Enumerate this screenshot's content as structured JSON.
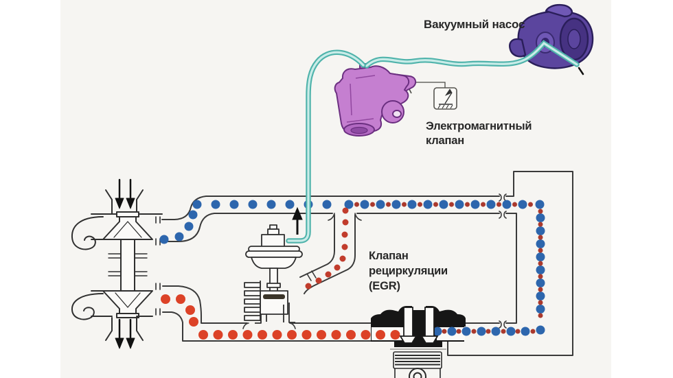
{
  "labels": {
    "vacuum_pump": "Вакуумный насос",
    "solenoid_line1": "Электромагнитный",
    "solenoid_line2": "клапан",
    "egr_line1": "Клапан",
    "egr_line2": "рециркуляции",
    "egr_line3": "(EGR)"
  },
  "colors": {
    "page_background": "#ffffff",
    "paper_background": "#f6f5f2",
    "pipe_outline": "#3a3a3a",
    "fresh_air_blue": "#2d66ad",
    "exhaust_red": "#dc4227",
    "egr_small_red": "#aa392d",
    "riser_red": "#c13c2c",
    "hose_teal": "#4fb3ab",
    "hose_teal_light": "#c9ece8",
    "pump_purple": "#5b459e",
    "solenoid_valve_purple": "#c57fd0",
    "label_text": "#272727"
  }
}
